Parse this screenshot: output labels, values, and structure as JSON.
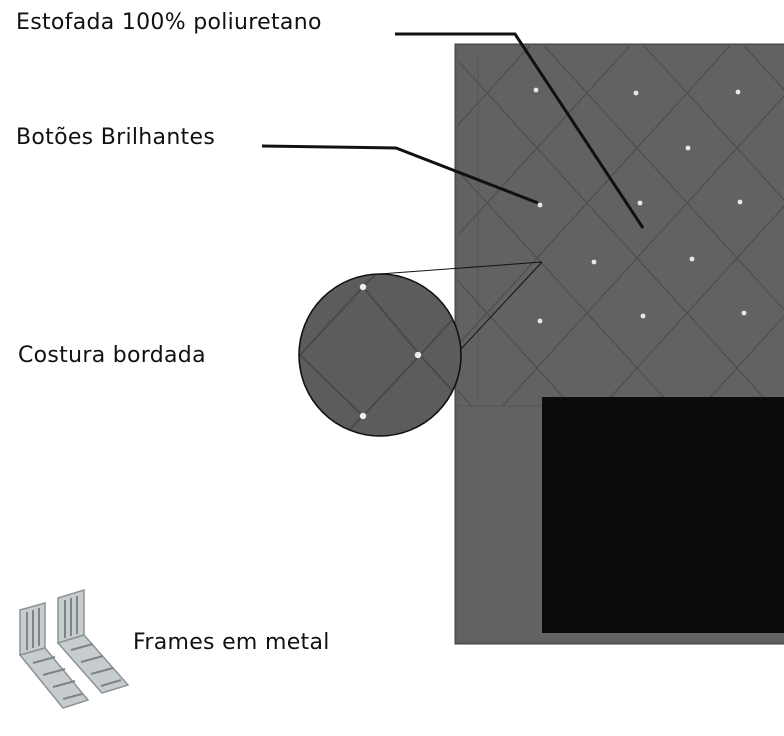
{
  "labels": {
    "upholstery": "Estofada 100% poliuretano",
    "buttons": "Botões Brilhantes",
    "stitching": "Costura bordada",
    "frames": "Frames em metal"
  },
  "colors": {
    "headboard": "#5e5e5e",
    "headboard_stitch": "#4f4f4f",
    "mattress_back": "#0b0b0b",
    "button": "#e8e8e8",
    "leader_line": "#111111",
    "metal_frame": "#bfc4c7"
  },
  "icons": {
    "metal_frame": "metal-bracket-icon",
    "button": "crystal-button-icon"
  }
}
